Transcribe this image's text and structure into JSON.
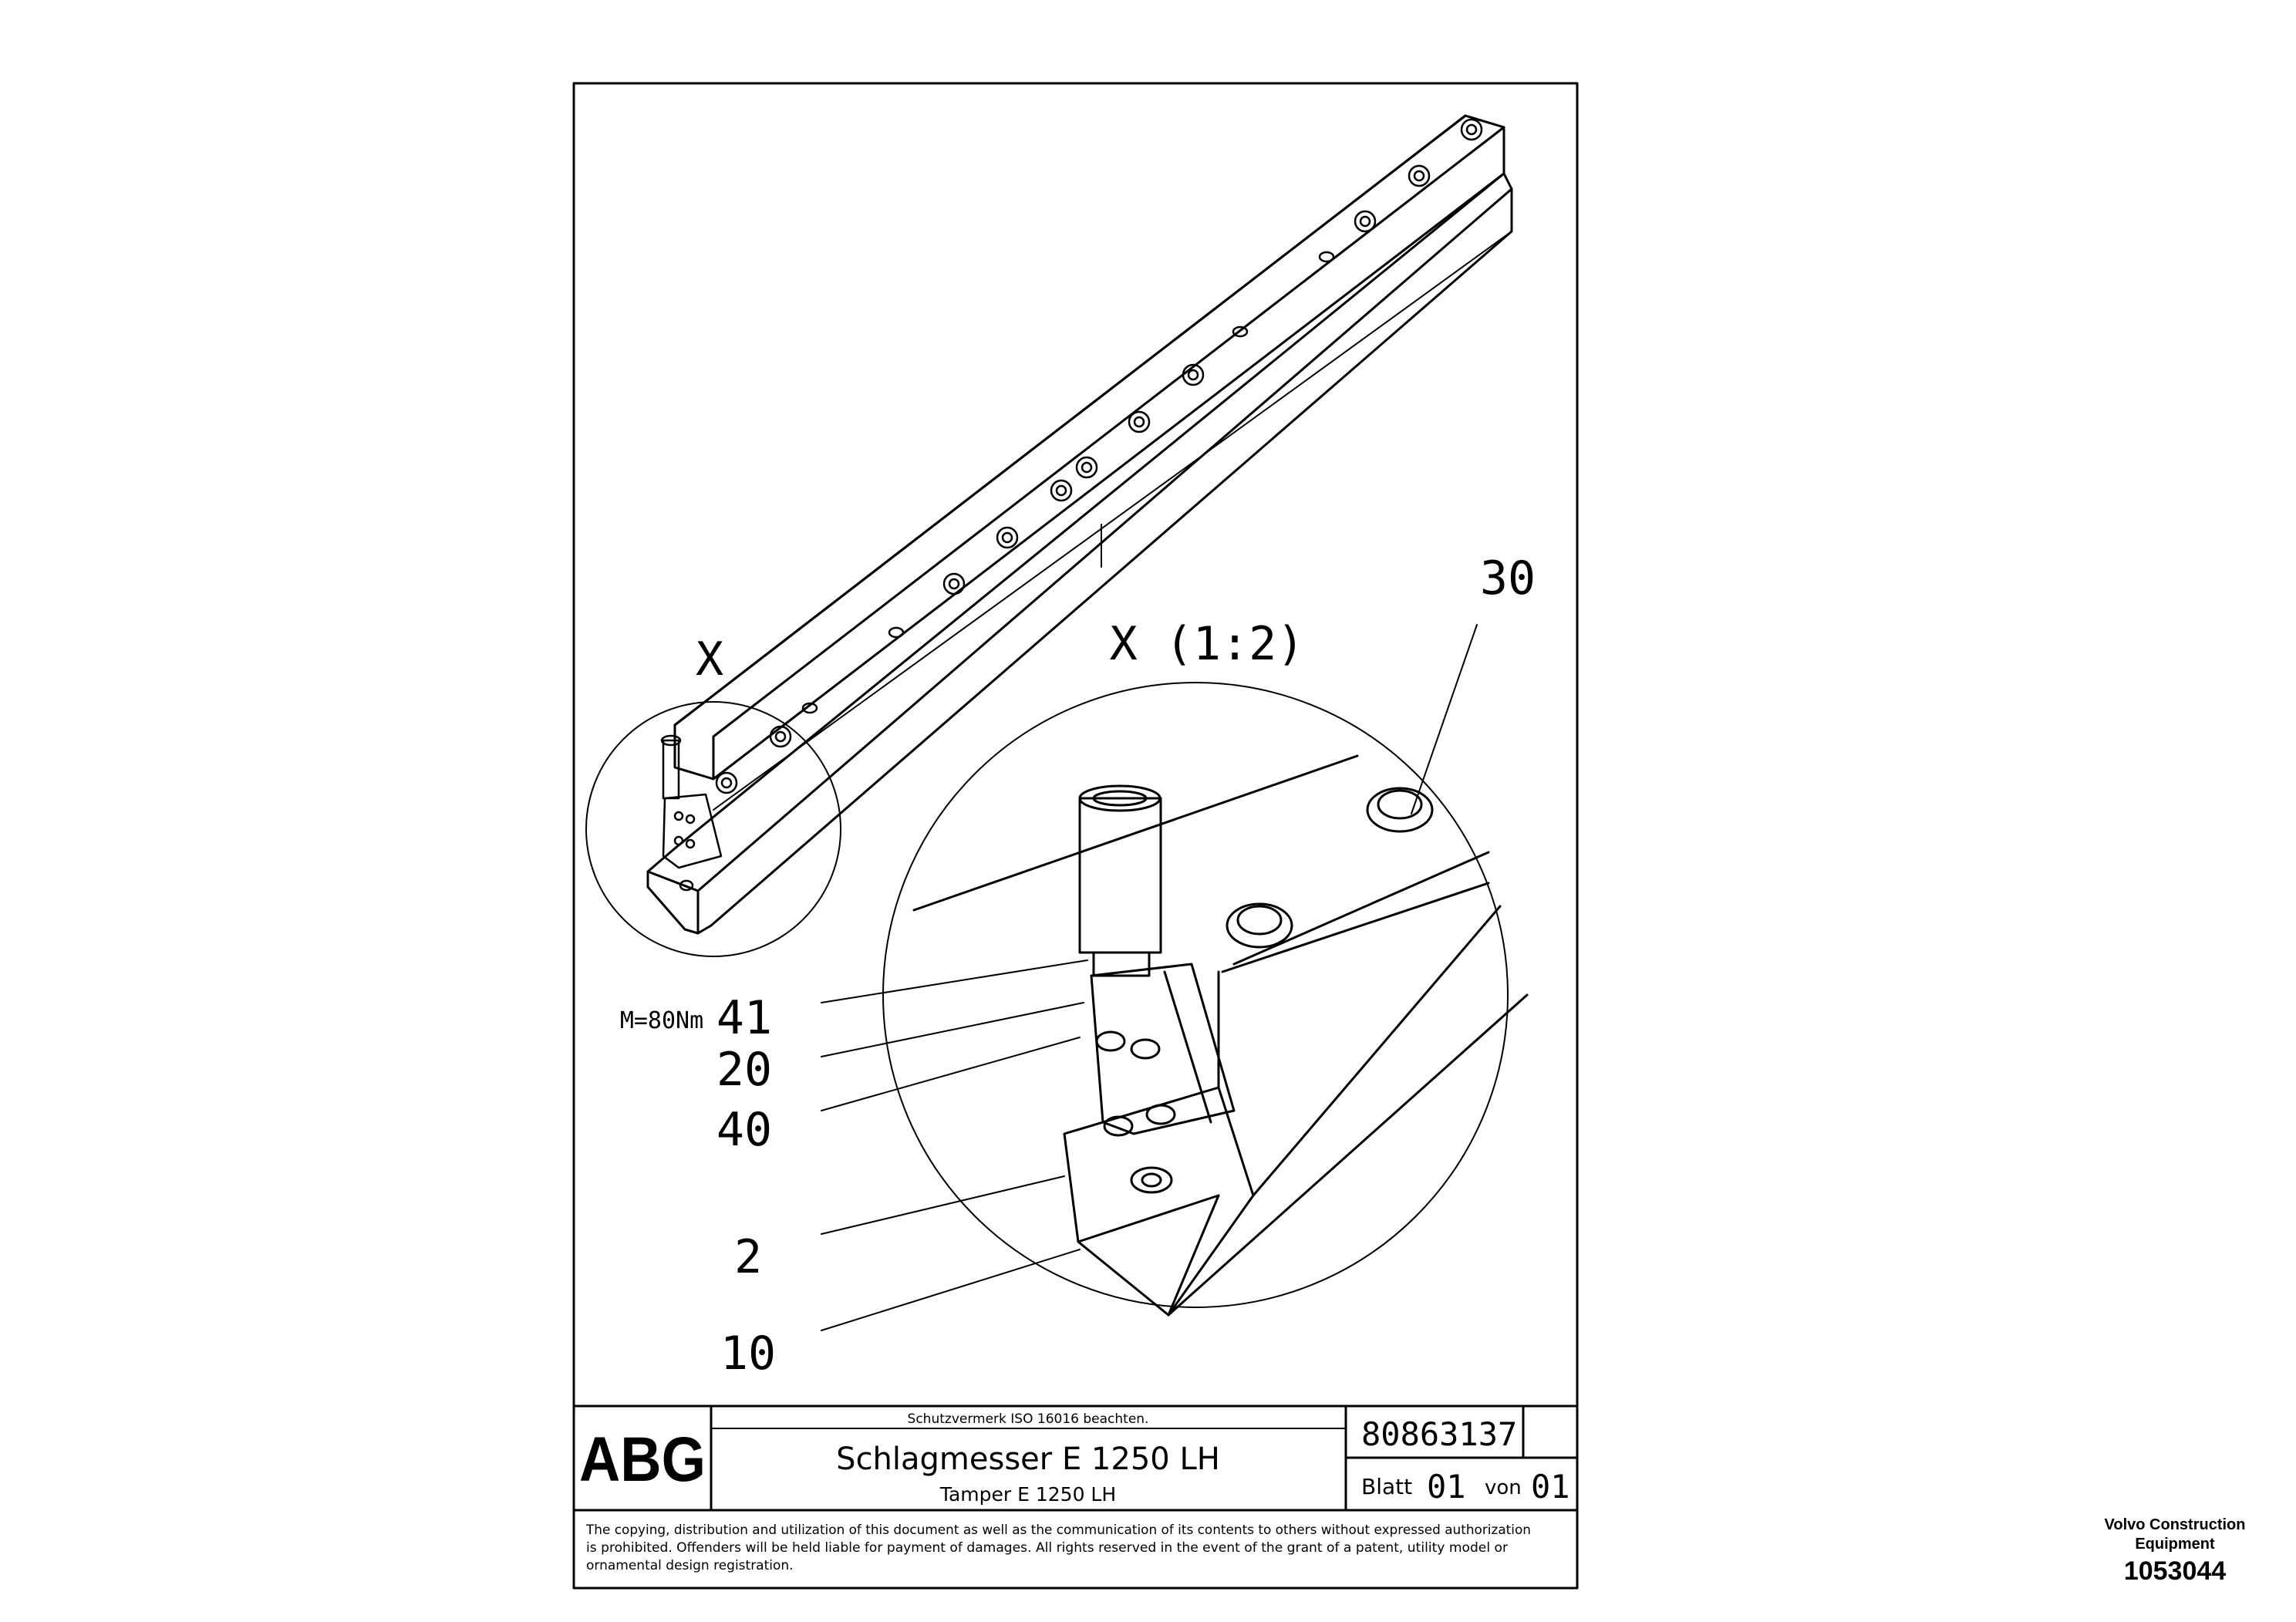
{
  "drawing": {
    "detail_label": "X",
    "detail_title": "X (1:2)",
    "callouts": {
      "c30": "30",
      "torque_note": "M=80Nm",
      "c41": "41",
      "c20": "20",
      "c40": "40",
      "c2": "2",
      "c10": "10"
    }
  },
  "title_block": {
    "logo": "ABG",
    "protection_note": "Schutzvermerk ISO 16016 beachten.",
    "title_de": "Schlagmesser E 1250 LH",
    "title_en": "Tamper E 1250 LH",
    "drawing_number": "80863137",
    "sheet_label": "Blatt",
    "sheet_number": "01",
    "of_label": "von",
    "sheet_total": "01",
    "legal_line_1": "The copying, distribution and utilization of this document as well as the communication of its contents to others without expressed authorization",
    "legal_line_2": "is prohibited. Offenders will be held liable for payment of damages. All rights reserved in the event of the grant of a patent, utility model or",
    "legal_line_3": "ornamental design registration."
  },
  "footer": {
    "manufacturer": "Volvo Construction Equipment",
    "document_id": "1053044"
  }
}
